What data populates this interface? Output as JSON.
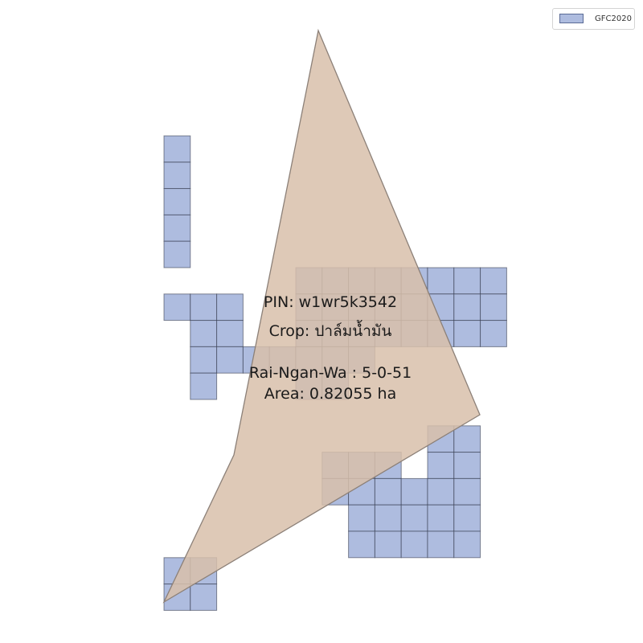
{
  "legend": {
    "label": "GFC2020",
    "swatch_fill": "#aebcdf",
    "swatch_stroke": "#5a6a95"
  },
  "parcel": {
    "pin_label": "PIN: w1wr5k3542",
    "crop_label": "Crop: ปาล์มน้ำมัน",
    "rai_ngan_wa_label": "Rai-Ngan-Wa : 5-0-51",
    "area_label": "Area: 0.82055 ha",
    "fill_color": "#d8bfaa",
    "stroke_color": "#8c8078"
  },
  "forest_cells": {
    "fill_color": "#aebcdf",
    "stroke_color": "#2a3042"
  }
}
